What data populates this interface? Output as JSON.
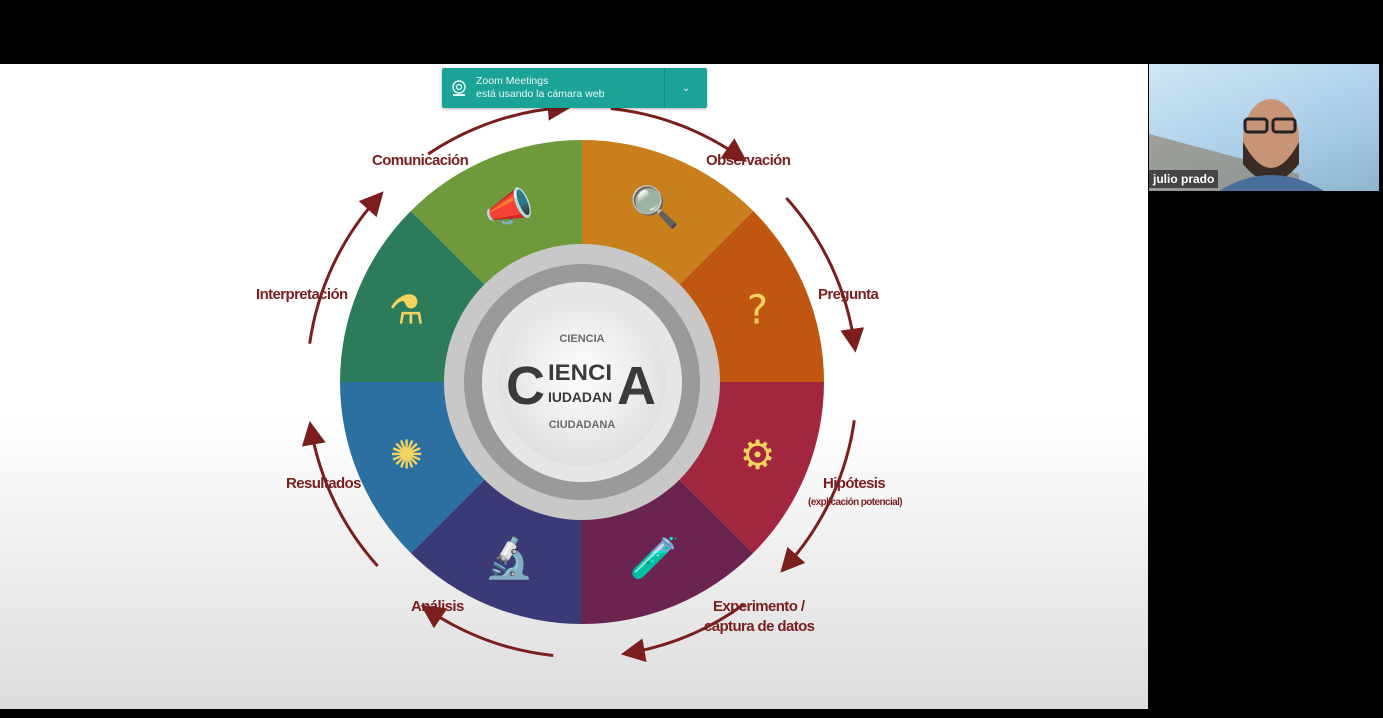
{
  "notification": {
    "title": "Zoom Meetings",
    "message": "está usando la cámara web",
    "icon": "webcam-icon",
    "chevron": "chevron-down-icon"
  },
  "participant": {
    "name": "julio prado"
  },
  "diagram": {
    "center_line1": "CIENCIA",
    "center_line2": "CIUDADANA",
    "center_display_1": "IENCI",
    "center_display_2": "IUDADAN",
    "center_big_c": "C",
    "center_big_a": "A",
    "stages": [
      {
        "label": "Observación",
        "color": "#c9801c",
        "icon": "magnifier-icon"
      },
      {
        "label": "Pregunta",
        "color": "#c0560f",
        "icon": "brain-question-icon"
      },
      {
        "label": "Hipótesis",
        "sublabel": "(explicación potencial)",
        "color": "#a3263f",
        "icon": "gears-icon"
      },
      {
        "label": "Experimento /",
        "label2": "captura de datos",
        "color": "#6b2450",
        "icon": "test-tubes-icon"
      },
      {
        "label": "Análisis",
        "color": "#3b3a76",
        "icon": "microscope-icon"
      },
      {
        "label": "Resultados",
        "color": "#2c6fa1",
        "icon": "network-icon"
      },
      {
        "label": "Interpretación",
        "color": "#2c7b5a",
        "icon": "flask-icon"
      },
      {
        "label": "Comunicación",
        "color": "#6f9a3b",
        "icon": "megaphone-devices-icon"
      }
    ],
    "arrow_color": "#7a1e1e"
  }
}
